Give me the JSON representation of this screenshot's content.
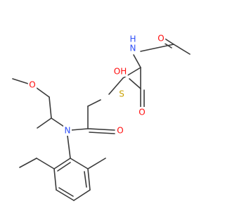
{
  "molecule": {
    "atoms": {
      "acetyl_o": "O",
      "amide_nh": "N",
      "amide_h": "H",
      "acid_o": "O",
      "acid_oh": "OH",
      "thioether_s": "S",
      "ether_o": "O",
      "amide_n": "N",
      "amide_o": "O"
    },
    "colors": {
      "oxygen": "#ff0d0d",
      "nitrogen": "#3050f8",
      "sulfur": "#c8a000",
      "bond": "#3a3a3a"
    }
  }
}
